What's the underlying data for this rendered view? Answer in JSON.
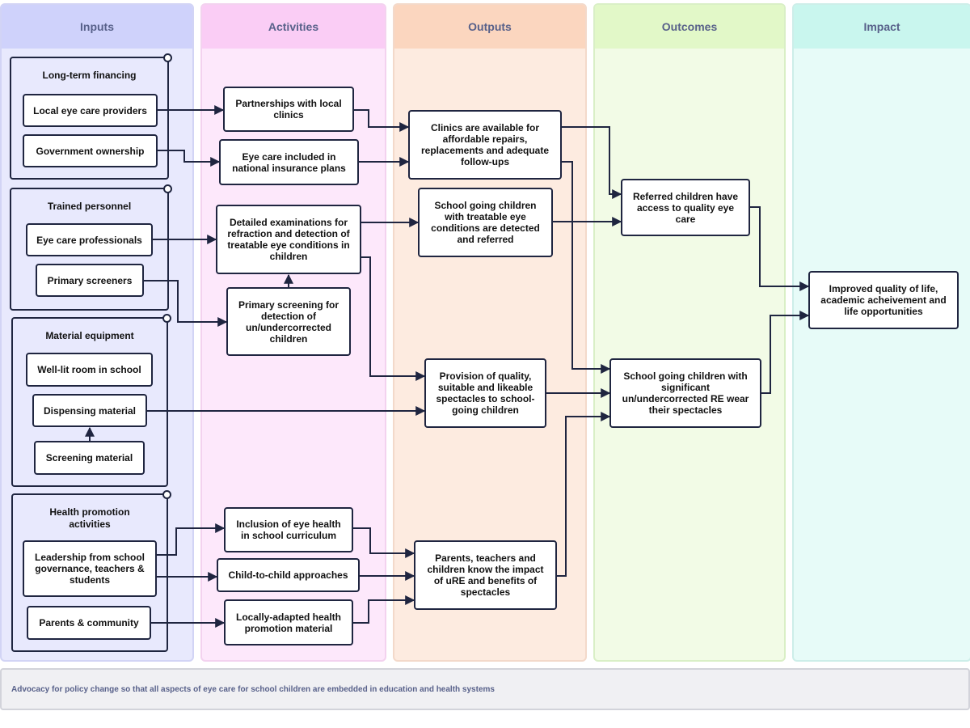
{
  "columns": [
    {
      "label": "Inputs",
      "bg": "#e8e9fd",
      "head": "#cfd2fb",
      "border": "#d2d4f5"
    },
    {
      "label": "Activities",
      "bg": "#fde8fb",
      "head": "#facdf5",
      "border": "#f3d2ef"
    },
    {
      "label": "Outputs",
      "bg": "#fdebe0",
      "head": "#fbd6bf",
      "border": "#f3d9ca"
    },
    {
      "label": "Outcomes",
      "bg": "#f2fbe6",
      "head": "#e2f8c8",
      "border": "#d9efc6"
    },
    {
      "label": "Impact",
      "bg": "#e7fbf8",
      "head": "#c9f6ee",
      "border": "#cdeee9"
    }
  ],
  "groups": {
    "financing": "Long-term financing",
    "personnel": "Trained personnel",
    "equipment": "Material equipment",
    "promotion": "Health promotion activities"
  },
  "inputs": {
    "local_providers": "Local eye care providers",
    "government": "Government ownership",
    "professionals": "Eye care professionals",
    "screeners": "Primary screeners",
    "room": "Well-lit room in school",
    "dispensing": "Dispensing material",
    "screening_material": "Screening material",
    "leadership": "Leadership from school governance, teachers & students",
    "parents_community": "Parents & community"
  },
  "activities": {
    "partnerships": "Partnerships with local clinics",
    "insurance": "Eye care included in national insurance plans",
    "examinations": "Detailed examinations for refraction and detection of treatable eye conditions in children",
    "primary_screening": "Primary screening for detection of un/undercorrected children",
    "curriculum": "Inclusion of eye health in school curriculum",
    "child_to_child": "Child-to-child approaches",
    "promotion_material": "Locally-adapted health promotion material"
  },
  "outputs": {
    "clinics": "Clinics are available for affordable repairs, replacements and adequate follow-ups",
    "detected": "School going children with treatable eye conditions are detected and referred",
    "spectacles": "Provision of quality, suitable and likeable spectacles to school-going children",
    "knowledge": "Parents, teachers and children know the impact of uRE and benefits of spectacles"
  },
  "outcomes": {
    "referred": "Referred children have access to quality eye care",
    "wear": "School going children with significant un/undercorrected RE wear their spectacles"
  },
  "impact": {
    "quality_of_life": "Improved quality of life, academic acheivement and life opportunities"
  },
  "footer": "Advocacy for policy change so that all aspects of eye care for school children are embedded in education and health systems"
}
